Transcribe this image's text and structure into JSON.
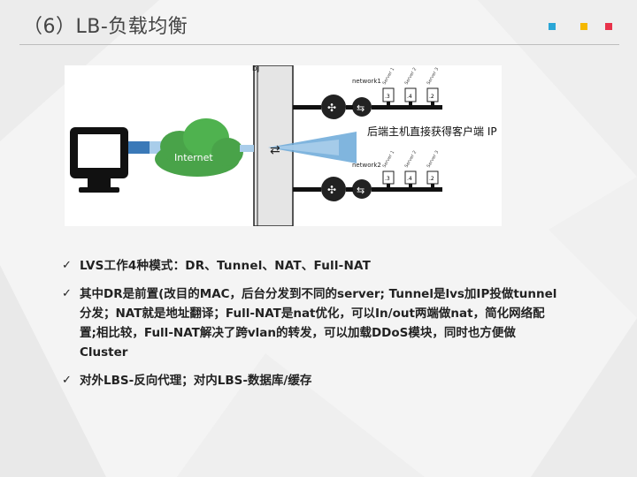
{
  "slide": {
    "title": "（6）LB-负载均衡",
    "colors": {
      "dot1": "#2aa6d6",
      "dot2": "#f5b800",
      "dot3": "#e8334a"
    }
  },
  "diagram": {
    "top_label": "bj",
    "cloud_label": "Internet",
    "network1_label": "network1",
    "network2_label": "network2",
    "server_labels": [
      "Server 1",
      "Server 2",
      "Server 3"
    ],
    "server_ips_top": [
      ".3",
      ".4",
      ".2"
    ],
    "server_ips_bottom": [
      ".3",
      ".4",
      ".2"
    ],
    "caption": "后端主机直接获得客户端 IP"
  },
  "bullets": [
    {
      "check": "✓",
      "text": "LVS工作4种模式：DR、Tunnel、NAT、Full-NAT"
    },
    {
      "check": "✓",
      "text": "其中DR是前置(改目的MAC，后台分发到不同的server; Tunnel是lvs加IP投做tunnel分发；NAT就是地址翻译；Full-NAT是nat优化，可以In/out两端做nat，简化网络配置;相比较，Full-NAT解决了跨vlan的转发，可以加载DDoS模块，同时也方便做Cluster"
    },
    {
      "check": "✓",
      "text": " 对外LBS-反向代理；对内LBS-数据库/缓存"
    }
  ]
}
